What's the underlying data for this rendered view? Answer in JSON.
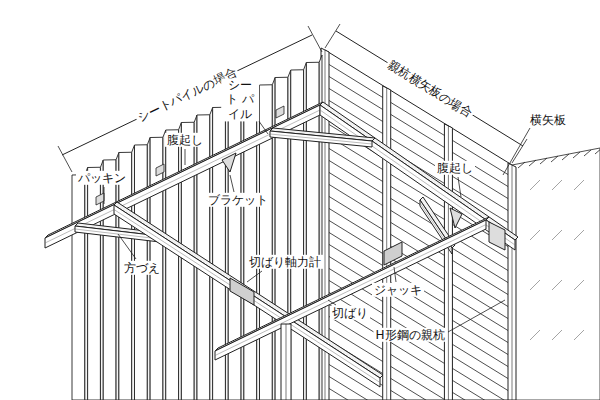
{
  "diagram": {
    "labels": [
      "シートパイルの場合",
      "シート パイル",
      "親杭横矢板の場合",
      "横矢板",
      "腹起し",
      "パッキン",
      "ブラケット",
      "腹起し",
      "方づえ",
      "切ばり軸力計",
      "ジャッキ",
      "切ばり",
      "H形鋼の親杭"
    ]
  }
}
